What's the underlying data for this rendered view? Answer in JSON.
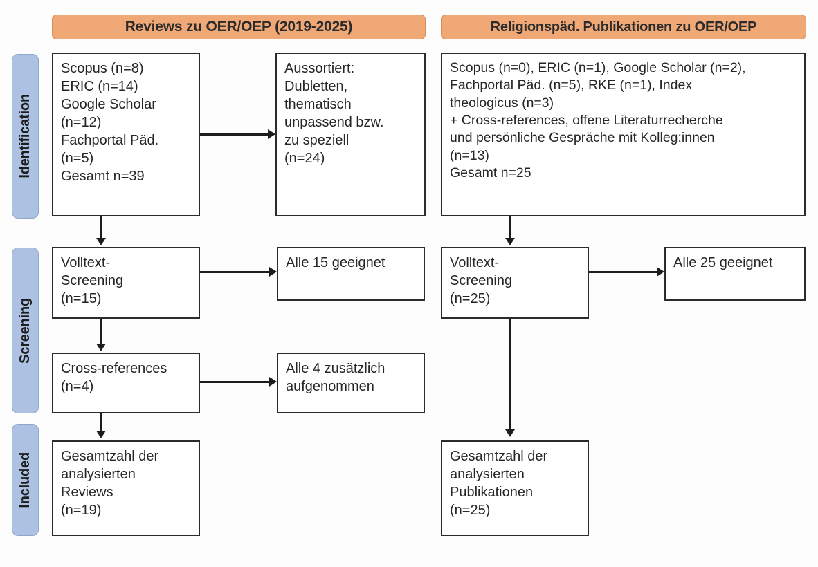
{
  "headers": [
    {
      "id": "left-column-header",
      "label": "Reviews zu OER/OEP (2019-2025)"
    },
    {
      "id": "right-column-header",
      "label": "Religionspäd. Publikationen zu OER/OEP"
    }
  ],
  "stages": [
    {
      "id": "identification",
      "label": "Identification"
    },
    {
      "id": "screening",
      "label": "Screening"
    },
    {
      "id": "included",
      "label": "Included"
    }
  ],
  "boxes": {
    "left_identification_sources": "Scopus (n=8)\nERIC (n=14)\nGoogle Scholar\n(n=12)\nFachportal Päd.\n(n=5)\nGesamt n=39",
    "left_excluded": "Aussortiert:\nDubletten,\nthematisch\nunpassend bzw.\nzu speziell\n(n=24)",
    "right_identification_sources": "Scopus (n=0), ERIC (n=1), Google Scholar (n=2),\nFachportal Päd. (n=5), RKE (n=1), Index\ntheologicus (n=3)\n+ Cross-references, offene Literaturrecherche\nund persönliche Gespräche mit Kolleg:innen\n(n=13)\nGesamt n=25",
    "left_fulltext_screening": "Volltext-\nScreening\n(n=15)",
    "left_all_eligible": "Alle 15 geeignet",
    "right_fulltext_screening": "Volltext-\nScreening\n(n=25)",
    "right_all_eligible": "Alle 25 geeignet",
    "left_cross_references": "Cross-references\n(n=4)",
    "left_cross_refs_added": "Alle 4 zusätzlich\naufgenommen",
    "left_included_total": "Gesamtzahl der\nanalysierten\nReviews\n(n=19)",
    "right_included_total": "Gesamtzahl der\nanalysierten\nPublikationen\n(n=25)"
  },
  "colors": {
    "header_fill": "#f0a877",
    "header_border": "#d98b55",
    "stage_fill": "#adc2e3",
    "stage_border": "#8da7cd",
    "box_border": "#2b2b2b",
    "connector": "#1c1c1c",
    "text": "#262626",
    "background": "#fdfdfd"
  }
}
